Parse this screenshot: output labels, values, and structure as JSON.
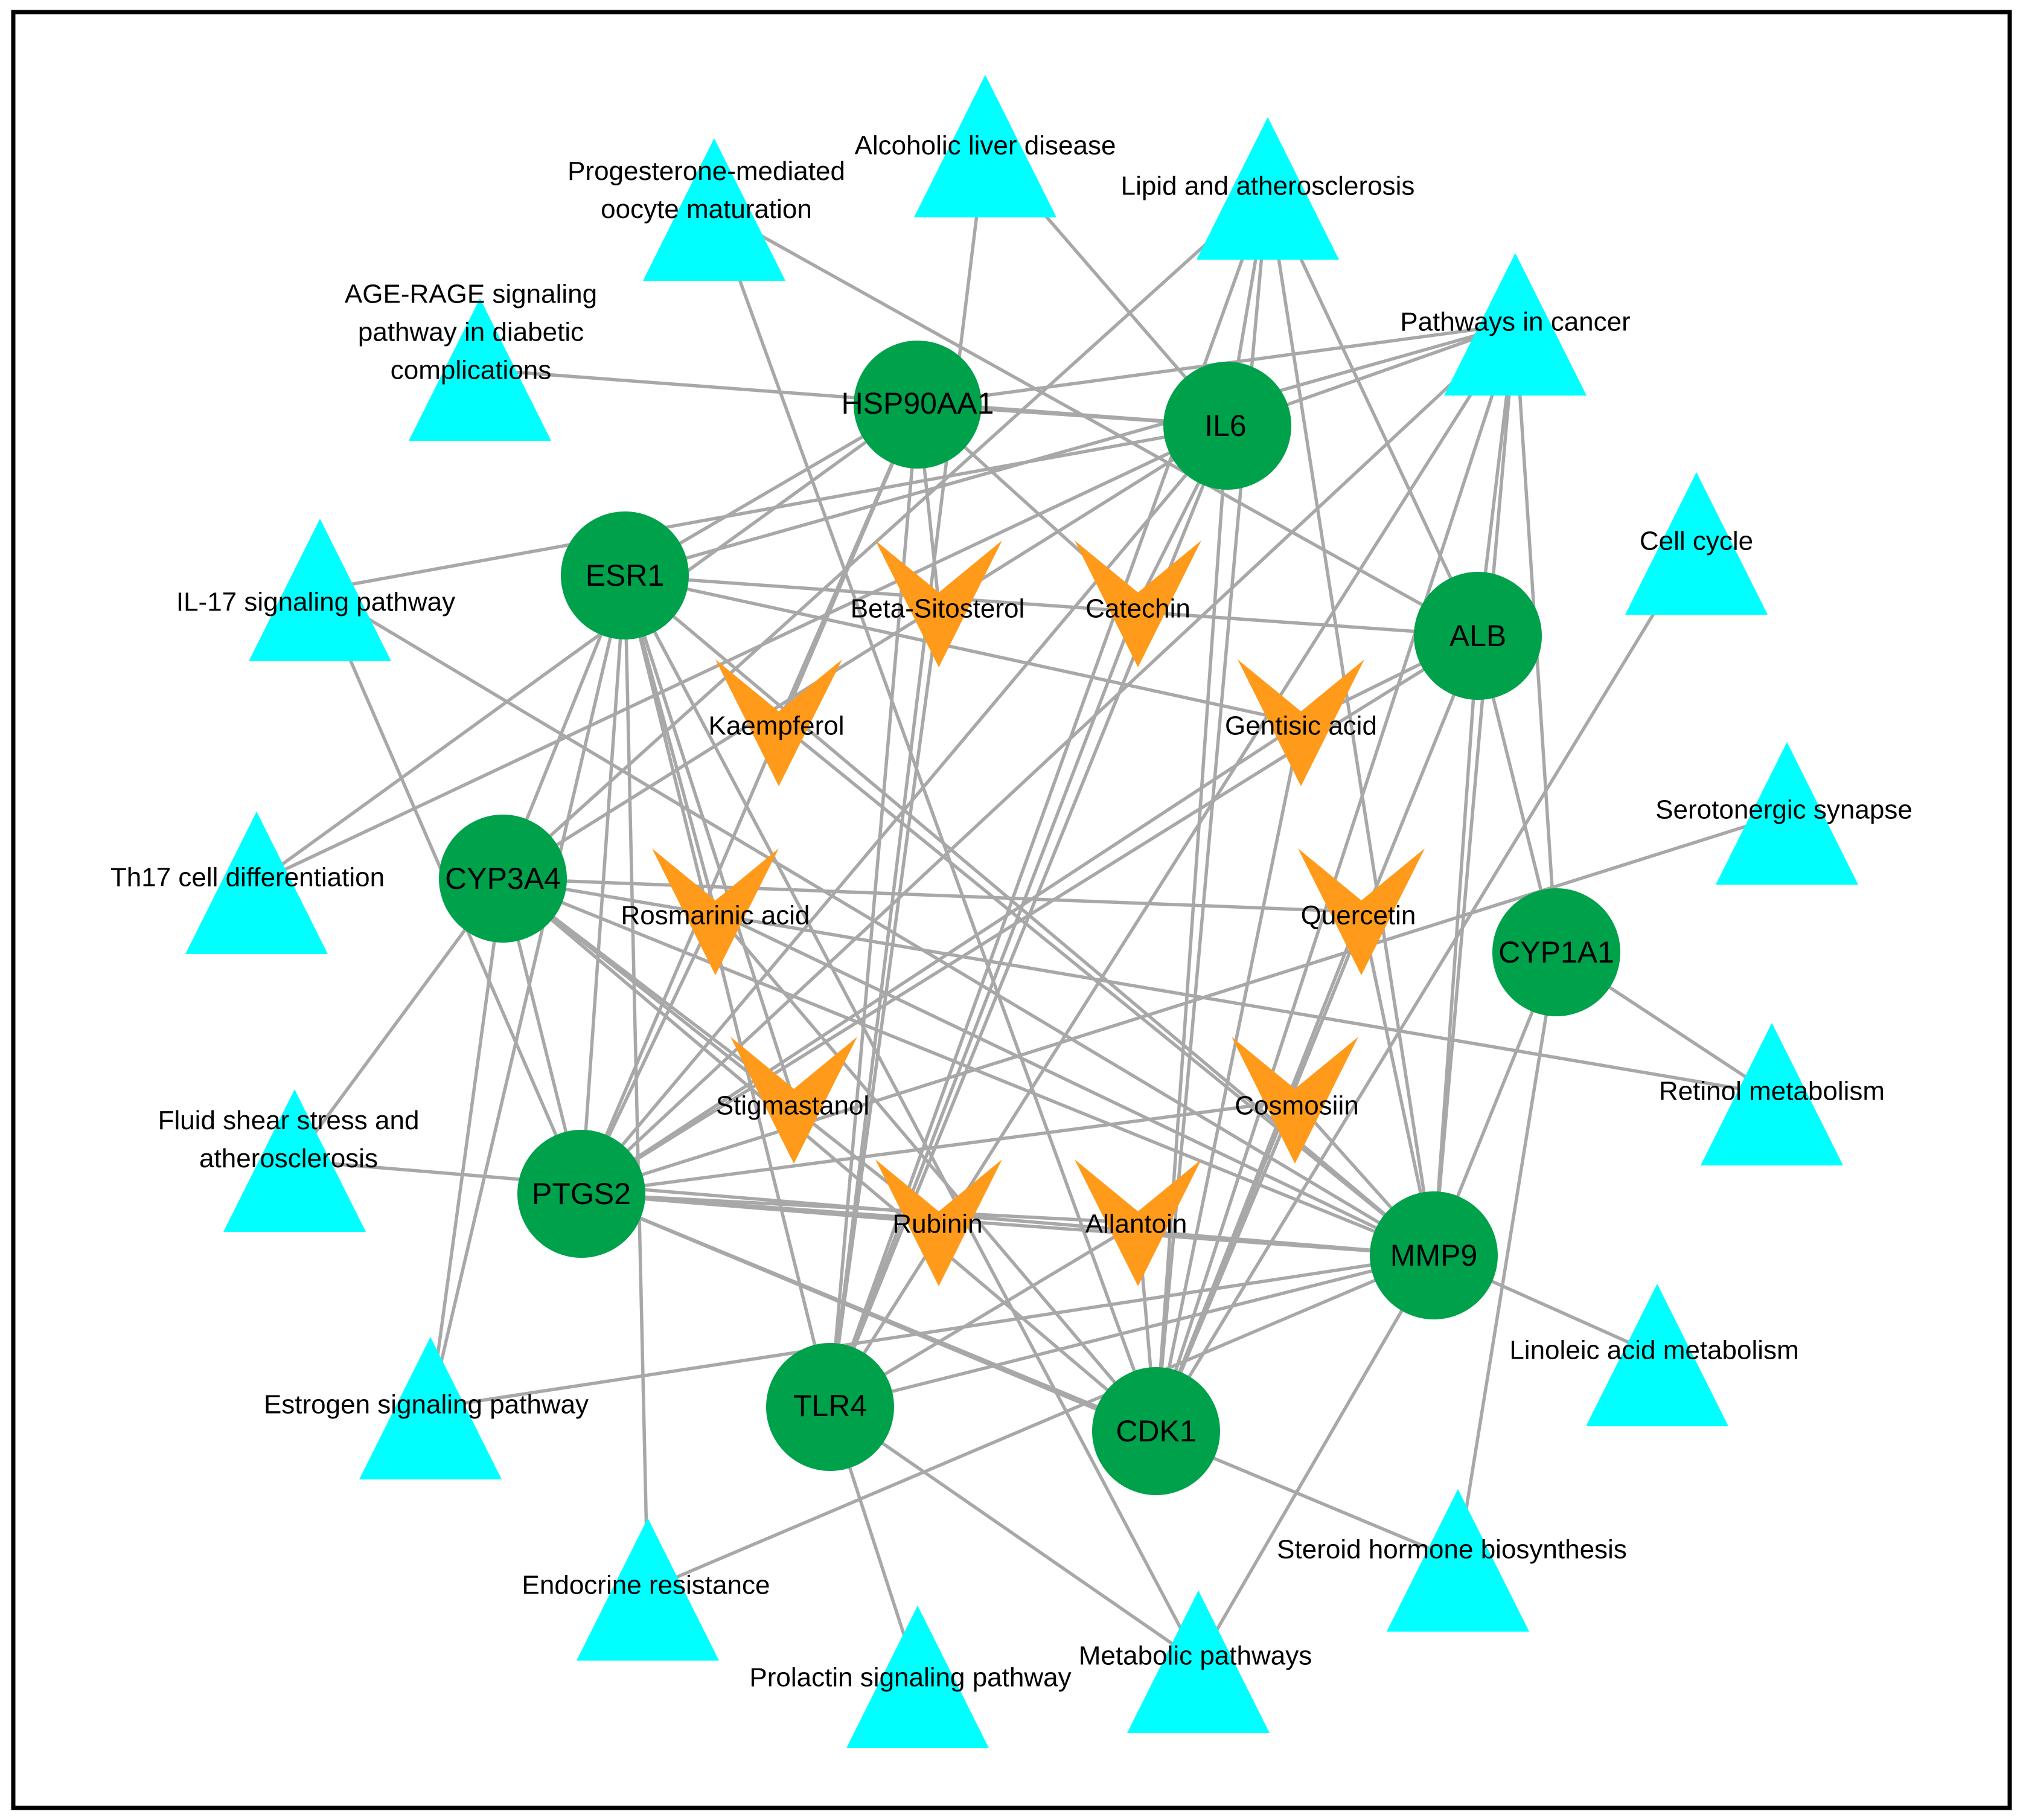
{
  "colors": {
    "pathway": "#00ffff",
    "gene": "#00a14b",
    "compound": "#ff9a1a",
    "edge": "#a8a8a8",
    "border": "#000000"
  },
  "shapes": {
    "pathway": "triangle",
    "gene": "circle",
    "compound": "v-arrowhead"
  },
  "network": {
    "nodes": [
      {
        "id": "p_alcoholic",
        "type": "pathway",
        "label": [
          "Alcoholic liver disease"
        ]
      },
      {
        "id": "p_lipid",
        "type": "pathway",
        "label": [
          "Lipid and atherosclerosis"
        ]
      },
      {
        "id": "p_progesterone",
        "type": "pathway",
        "label": [
          "Progesterone-mediated",
          "oocyte maturation"
        ]
      },
      {
        "id": "p_agerage",
        "type": "pathway",
        "label": [
          "AGE-RAGE signaling",
          "pathway in diabetic",
          "complications"
        ]
      },
      {
        "id": "p_cancer",
        "type": "pathway",
        "label": [
          "Pathways in cancer"
        ]
      },
      {
        "id": "p_cellcycle",
        "type": "pathway",
        "label": [
          "Cell cycle"
        ]
      },
      {
        "id": "p_il17",
        "type": "pathway",
        "label": [
          "IL-17 signaling pathway"
        ]
      },
      {
        "id": "p_serotonergic",
        "type": "pathway",
        "label": [
          "Serotonergic synapse"
        ]
      },
      {
        "id": "p_th17",
        "type": "pathway",
        "label": [
          "Th17 cell differentiation"
        ]
      },
      {
        "id": "p_retinol",
        "type": "pathway",
        "label": [
          "Retinol metabolism"
        ]
      },
      {
        "id": "p_fluid",
        "type": "pathway",
        "label": [
          "Fluid shear stress and",
          "atherosclerosis"
        ]
      },
      {
        "id": "p_linoleic",
        "type": "pathway",
        "label": [
          "Linoleic acid metabolism"
        ]
      },
      {
        "id": "p_estrogen",
        "type": "pathway",
        "label": [
          "Estrogen signaling pathway"
        ]
      },
      {
        "id": "p_steroid",
        "type": "pathway",
        "label": [
          "Steroid hormone biosynthesis"
        ]
      },
      {
        "id": "p_endocrine",
        "type": "pathway",
        "label": [
          "Endocrine resistance"
        ]
      },
      {
        "id": "p_metabolic",
        "type": "pathway",
        "label": [
          "Metabolic pathways"
        ]
      },
      {
        "id": "p_prolactin",
        "type": "pathway",
        "label": [
          "Prolactin signaling pathway"
        ]
      },
      {
        "id": "g_hsp90",
        "type": "gene",
        "label": [
          "HSP90AA1"
        ]
      },
      {
        "id": "g_il6",
        "type": "gene",
        "label": [
          "IL6"
        ]
      },
      {
        "id": "g_esr1",
        "type": "gene",
        "label": [
          "ESR1"
        ]
      },
      {
        "id": "g_alb",
        "type": "gene",
        "label": [
          "ALB"
        ]
      },
      {
        "id": "g_cyp3a4",
        "type": "gene",
        "label": [
          "CYP3A4"
        ]
      },
      {
        "id": "g_cyp1a1",
        "type": "gene",
        "label": [
          "CYP1A1"
        ]
      },
      {
        "id": "g_ptgs2",
        "type": "gene",
        "label": [
          "PTGS2"
        ]
      },
      {
        "id": "g_mmp9",
        "type": "gene",
        "label": [
          "MMP9"
        ]
      },
      {
        "id": "g_tlr4",
        "type": "gene",
        "label": [
          "TLR4"
        ]
      },
      {
        "id": "g_cdk1",
        "type": "gene",
        "label": [
          "CDK1"
        ]
      },
      {
        "id": "c_betasito",
        "type": "compound",
        "label": [
          "Beta-Sitosterol"
        ]
      },
      {
        "id": "c_catechin",
        "type": "compound",
        "label": [
          "Catechin"
        ]
      },
      {
        "id": "c_kaempferol",
        "type": "compound",
        "label": [
          "Kaempferol"
        ]
      },
      {
        "id": "c_gentisic",
        "type": "compound",
        "label": [
          "Gentisic acid"
        ]
      },
      {
        "id": "c_rosmarinic",
        "type": "compound",
        "label": [
          "Rosmarinic acid"
        ]
      },
      {
        "id": "c_quercetin",
        "type": "compound",
        "label": [
          "Quercetin"
        ]
      },
      {
        "id": "c_stigmastanol",
        "type": "compound",
        "label": [
          "Stigmastanol"
        ]
      },
      {
        "id": "c_cosmosiin",
        "type": "compound",
        "label": [
          "Cosmosiin"
        ]
      },
      {
        "id": "c_rubinin",
        "type": "compound",
        "label": [
          "Rubinin"
        ]
      },
      {
        "id": "c_allantoin",
        "type": "compound",
        "label": [
          "Allantoin"
        ]
      }
    ],
    "edges": [
      [
        "p_alcoholic",
        "g_tlr4"
      ],
      [
        "p_alcoholic",
        "g_il6"
      ],
      [
        "p_lipid",
        "g_cyp3a4"
      ],
      [
        "p_lipid",
        "g_il6"
      ],
      [
        "p_lipid",
        "g_alb"
      ],
      [
        "p_lipid",
        "g_mmp9"
      ],
      [
        "p_lipid",
        "g_cdk1"
      ],
      [
        "p_lipid",
        "g_tlr4"
      ],
      [
        "p_progesterone",
        "g_cdk1"
      ],
      [
        "p_progesterone",
        "g_alb"
      ],
      [
        "p_agerage",
        "g_il6"
      ],
      [
        "p_cancer",
        "g_esr1"
      ],
      [
        "p_cancer",
        "g_hsp90"
      ],
      [
        "p_cancer",
        "g_il6"
      ],
      [
        "p_cancer",
        "g_mmp9"
      ],
      [
        "p_cancer",
        "g_cdk1"
      ],
      [
        "p_cancer",
        "g_ptgs2"
      ],
      [
        "p_cancer",
        "g_alb"
      ],
      [
        "p_cancer",
        "g_tlr4"
      ],
      [
        "p_cancer",
        "g_cyp1a1"
      ],
      [
        "p_cellcycle",
        "g_cdk1"
      ],
      [
        "p_il17",
        "g_il6"
      ],
      [
        "p_il17",
        "g_ptgs2"
      ],
      [
        "p_il17",
        "g_mmp9"
      ],
      [
        "p_serotonergic",
        "g_ptgs2"
      ],
      [
        "p_th17",
        "g_il6"
      ],
      [
        "p_th17",
        "g_hsp90"
      ],
      [
        "p_retinol",
        "g_cyp1a1"
      ],
      [
        "p_retinol",
        "g_cyp3a4"
      ],
      [
        "p_fluid",
        "g_mmp9"
      ],
      [
        "p_fluid",
        "g_cyp3a4"
      ],
      [
        "p_linoleic",
        "g_mmp9"
      ],
      [
        "p_estrogen",
        "g_mmp9"
      ],
      [
        "p_estrogen",
        "g_cyp3a4"
      ],
      [
        "p_estrogen",
        "g_esr1"
      ],
      [
        "p_steroid",
        "g_cyp1a1"
      ],
      [
        "p_steroid",
        "g_ptgs2"
      ],
      [
        "p_endocrine",
        "g_esr1"
      ],
      [
        "p_endocrine",
        "g_mmp9"
      ],
      [
        "p_metabolic",
        "g_tlr4"
      ],
      [
        "p_metabolic",
        "g_esr1"
      ],
      [
        "p_metabolic",
        "g_mmp9"
      ],
      [
        "p_prolactin",
        "g_tlr4"
      ],
      [
        "g_hsp90",
        "g_il6"
      ],
      [
        "g_esr1",
        "g_alb"
      ],
      [
        "g_ptgs2",
        "g_cdk1"
      ],
      [
        "g_ptgs2",
        "g_mmp9"
      ],
      [
        "g_ptgs2",
        "g_alb"
      ],
      [
        "g_ptgs2",
        "g_hsp90"
      ],
      [
        "g_ptgs2",
        "g_il6"
      ],
      [
        "g_cyp3a4",
        "g_mmp9"
      ],
      [
        "g_cyp3a4",
        "g_cdk1"
      ],
      [
        "g_cyp3a4",
        "g_ptgs2"
      ],
      [
        "g_cyp3a4",
        "g_esr1"
      ],
      [
        "g_cyp3a4",
        "g_il6"
      ],
      [
        "g_esr1",
        "g_tlr4"
      ],
      [
        "g_esr1",
        "g_ptgs2"
      ],
      [
        "g_esr1",
        "g_hsp90"
      ],
      [
        "g_esr1",
        "g_mmp9"
      ],
      [
        "g_tlr4",
        "g_mmp9"
      ],
      [
        "g_tlr4",
        "g_il6"
      ],
      [
        "g_tlr4",
        "g_hsp90"
      ],
      [
        "g_cdk1",
        "g_il6"
      ],
      [
        "g_cdk1",
        "g_alb"
      ],
      [
        "g_alb",
        "g_mmp9"
      ],
      [
        "g_alb",
        "g_cyp1a1"
      ],
      [
        "g_cyp1a1",
        "g_mmp9"
      ],
      [
        "c_betasito",
        "g_hsp90"
      ],
      [
        "c_betasito",
        "g_tlr4"
      ],
      [
        "c_catechin",
        "g_il6"
      ],
      [
        "c_catechin",
        "g_tlr4"
      ],
      [
        "c_catechin",
        "g_hsp90"
      ],
      [
        "c_kaempferol",
        "g_hsp90"
      ],
      [
        "c_kaempferol",
        "g_mmp9"
      ],
      [
        "c_gentisic",
        "g_alb"
      ],
      [
        "c_gentisic",
        "g_ptgs2"
      ],
      [
        "c_gentisic",
        "g_esr1"
      ],
      [
        "c_gentisic",
        "g_cdk1"
      ],
      [
        "c_rosmarinic",
        "g_esr1"
      ],
      [
        "c_rosmarinic",
        "g_ptgs2"
      ],
      [
        "c_rosmarinic",
        "g_cdk1"
      ],
      [
        "c_rosmarinic",
        "g_mmp9"
      ],
      [
        "c_quercetin",
        "g_cyp3a4"
      ],
      [
        "c_quercetin",
        "g_cdk1"
      ],
      [
        "c_quercetin",
        "g_mmp9"
      ],
      [
        "c_stigmastanol",
        "g_cyp3a4"
      ],
      [
        "c_stigmastanol",
        "g_esr1"
      ],
      [
        "c_cosmosiin",
        "g_ptgs2"
      ],
      [
        "c_cosmosiin",
        "g_cdk1"
      ],
      [
        "c_cosmosiin",
        "g_mmp9"
      ],
      [
        "c_rubinin",
        "g_cyp3a4"
      ],
      [
        "c_rubinin",
        "g_ptgs2"
      ],
      [
        "c_allantoin",
        "g_ptgs2"
      ],
      [
        "c_allantoin",
        "g_tlr4"
      ],
      [
        "c_allantoin",
        "g_cdk1"
      ]
    ]
  }
}
